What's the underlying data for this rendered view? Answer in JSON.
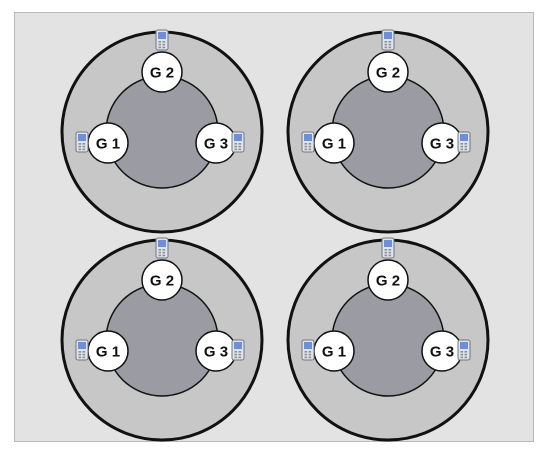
{
  "colors": {
    "panel_background": "#e3e3e3",
    "outer_ring_fill": "#c7c7c7",
    "outer_ring_stroke": "#111111",
    "inner_disc_fill": "#9b9ba3",
    "node_fill": "#ffffff",
    "node_stroke": "#111111",
    "device_body": "#dfe3ea",
    "device_screen": "#6d8fd8"
  },
  "icons": {
    "device": "handheld-device-icon"
  },
  "clusters": [
    {
      "name": "cluster-top-left",
      "nodes": [
        {
          "label": "G 2"
        },
        {
          "label": "G 1"
        },
        {
          "label": "G 3"
        }
      ]
    },
    {
      "name": "cluster-top-right",
      "nodes": [
        {
          "label": "G 2"
        },
        {
          "label": "G 1"
        },
        {
          "label": "G 3"
        }
      ]
    },
    {
      "name": "cluster-bottom-left",
      "nodes": [
        {
          "label": "G 2"
        },
        {
          "label": "G 1"
        },
        {
          "label": "G 3"
        }
      ]
    },
    {
      "name": "cluster-bottom-right",
      "nodes": [
        {
          "label": "G 2"
        },
        {
          "label": "G 1"
        },
        {
          "label": "G 3"
        }
      ]
    }
  ]
}
